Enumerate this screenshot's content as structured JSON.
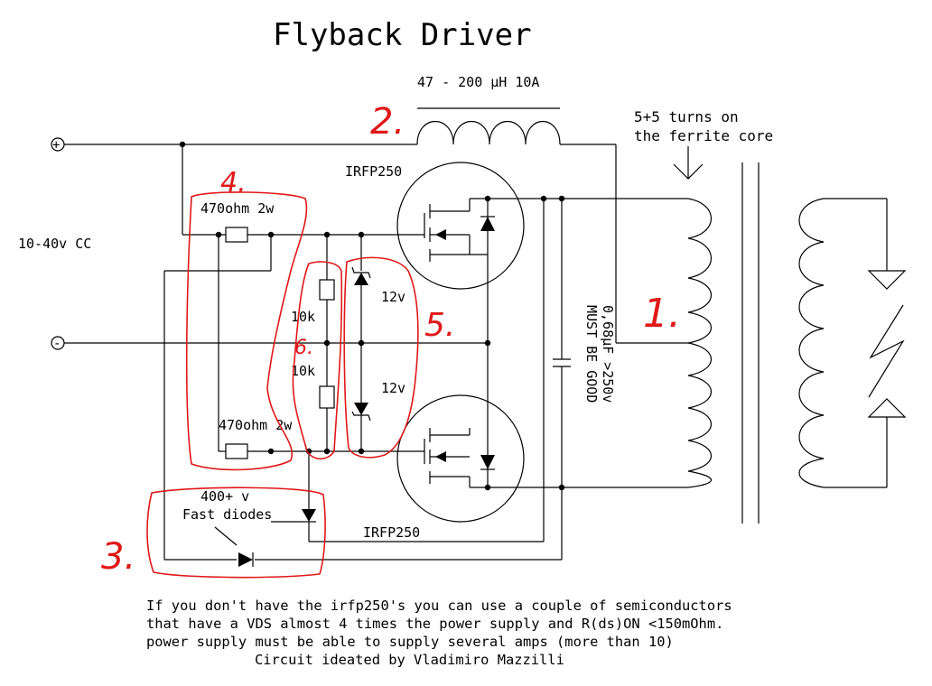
{
  "title": "Flyback Driver",
  "inductor_label": "47 - 200 µH 10A",
  "core_note": [
    "5+5 turns on",
    "the ferrite core"
  ],
  "supply_label": "10-40v CC",
  "plus_symbol": "+",
  "minus_symbol": "-",
  "mosfet_top_label": "IRFP250",
  "mosfet_bottom_label": "IRFP250",
  "resistor_top_label": "470ohm 2w",
  "resistor_bottom_label": "470ohm 2w",
  "pulldown_top_label": "10k",
  "pulldown_bottom_label": "10k",
  "zener_top_label": "12v",
  "zener_bottom_label": "12v",
  "capacitor_label": [
    "0,68µF >250v",
    "MUST BE GOOD"
  ],
  "diode_label": [
    "400+ v",
    "Fast diodes"
  ],
  "notes": [
    "If you don't have the irfp250's you can use a couple of semiconductors",
    "that have a VDS almost 4 times the power supply and R(ds)ON <150mOhm.",
    "power supply must be able to supply several amps (more than 10)",
    "Circuit ideated by Vladimiro Mazzilli"
  ],
  "annotations": {
    "n1": "1.",
    "n2": "2.",
    "n3": "3.",
    "n4": "4.",
    "n5": "5.",
    "n6": "6."
  },
  "colors": {
    "ink": "#000000",
    "annotation": "#e01818",
    "background": "#ffffff"
  }
}
